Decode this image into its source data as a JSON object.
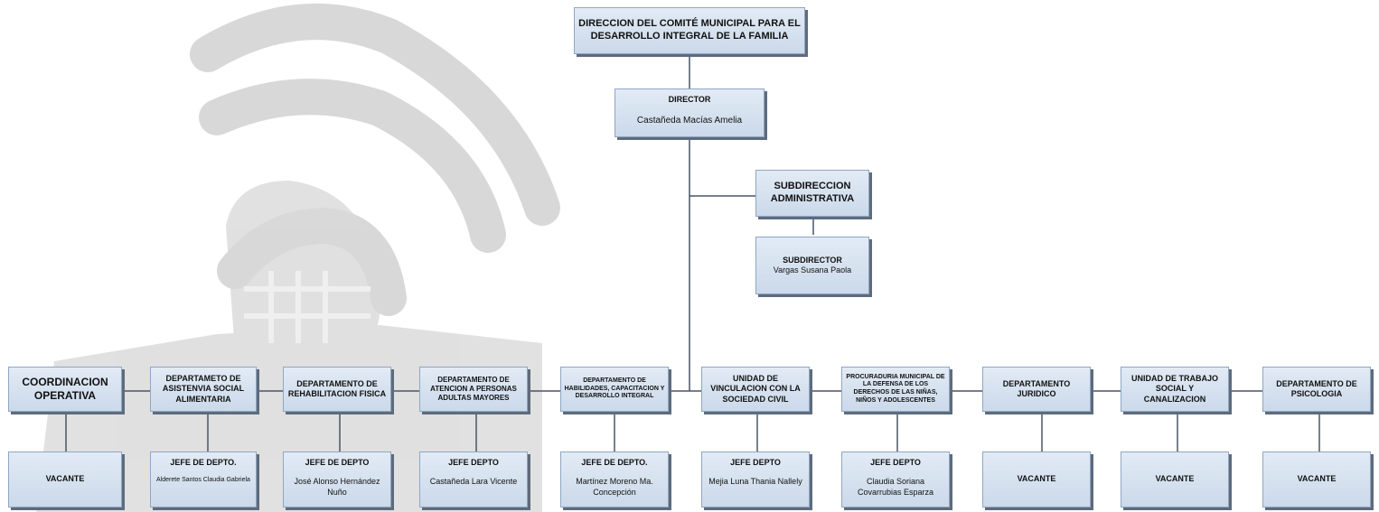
{
  "chart": {
    "root": {
      "title": "DIRECCION DEL COMITÉ MUNICIPAL PARA EL DESARROLLO INTEGRAL DE LA FAMILIA"
    },
    "director": {
      "title": "DIRECTOR",
      "name": "Castañeda Macías Amelia"
    },
    "subdireccion": {
      "title": "SUBDIRECCION ADMINISTRATIVA"
    },
    "subdirector": {
      "title": "SUBDIRECTOR",
      "name": "Vargas Susana Paola"
    },
    "departments": [
      {
        "title": "COORDINACION OPERATIVA",
        "head_title": "VACANTE",
        "head_name": ""
      },
      {
        "title": "DEPARTAMETO DE ASISTENVIA SOCIAL ALIMENTARIA",
        "head_title": "JEFE DE DEPTO.",
        "head_name": "Alderete Santos Claudia Gabriela"
      },
      {
        "title": "DEPARTAMENTO DE REHABILITACION FISICA",
        "head_title": "JEFE DE DEPTO",
        "head_name": "José Alonso Hernández Nuño"
      },
      {
        "title": "DEPARTAMENTO DE ATENCION A PERSONAS ADULTAS MAYORES",
        "head_title": "JEFE DEPTO",
        "head_name": "Castañeda Lara Vicente"
      },
      {
        "title": "DEPARTAMENTO DE HABILIDADES, CAPACITACION Y DESARROLLO INTEGRAL",
        "head_title": "JEFE DE DEPTO.",
        "head_name": "Martínez Moreno Ma. Concepción"
      },
      {
        "title": "UNIDAD DE VINCULACION CON LA SOCIEDAD CIVIL",
        "head_title": "JEFE DEPTO",
        "head_name": "Mejia Luna Thania Nallely"
      },
      {
        "title": "PROCURADURIA MUNICIPAL DE LA DEFENSA DE LOS DERECHOS DE LAS NIÑAS, NIÑOS Y ADOLESCENTES",
        "head_title": "JEFE DEPTO",
        "head_name": "Claudia Soriana Covarrubias Esparza"
      },
      {
        "title": "DEPARTAMENTO JURIDICO",
        "head_title": "VACANTE",
        "head_name": ""
      },
      {
        "title": "UNIDAD DE TRABAJO SOCIAL Y CANALIZACION",
        "head_title": "VACANTE",
        "head_name": ""
      },
      {
        "title": "DEPARTAMENTO DE PSICOLOGIA",
        "head_title": "VACANTE",
        "head_name": ""
      }
    ]
  },
  "colors": {
    "box_fill": "#d6e2f0",
    "box_border": "#8fa6c4",
    "shadow": "#5e6b7c",
    "connector": "#4a5566",
    "watermark": "#c8c8c8"
  }
}
